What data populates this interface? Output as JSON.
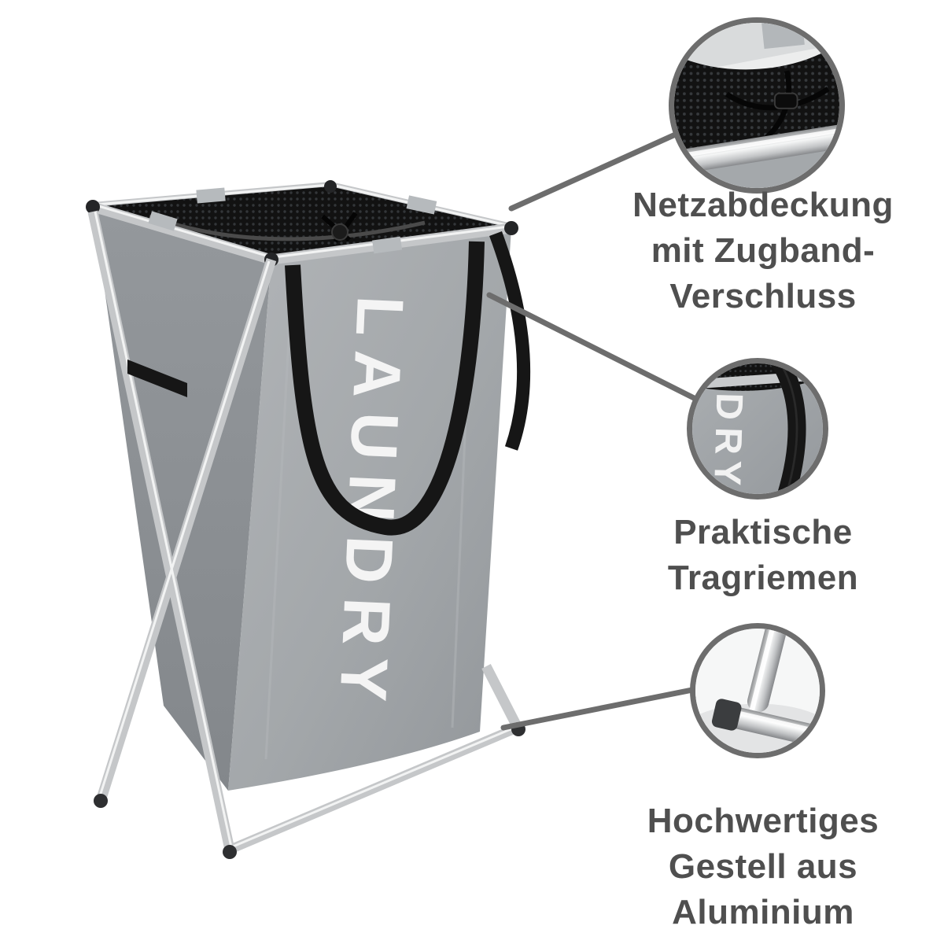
{
  "page": {
    "background": "#ffffff"
  },
  "product": {
    "bag_label": "LAUNDRY",
    "colors": {
      "bag_front": "#a4a8ab",
      "bag_side": "#8b8f93",
      "strap": "#161616",
      "mesh": "#121212",
      "frame": "#c5c7c9",
      "callout_line": "#6d6d6d",
      "label_text": "#4f4f4f"
    }
  },
  "callouts": [
    {
      "name": "mesh-cover",
      "label": "Netzabdeckung mit Zugband-Verschluss",
      "lines": [
        "Netzabdeckung",
        "mit Zugband-",
        "Verschluss"
      ]
    },
    {
      "name": "carry-straps",
      "label": "Praktische Tragriemen",
      "lines": [
        "Praktische",
        "Tragriemen"
      ],
      "partial_bag_label": "DRY"
    },
    {
      "name": "aluminium-frame",
      "label": "Hochwertiges Gestell aus Aluminium",
      "lines": [
        "Hochwertiges",
        "Gestell aus",
        "Aluminium"
      ]
    }
  ]
}
